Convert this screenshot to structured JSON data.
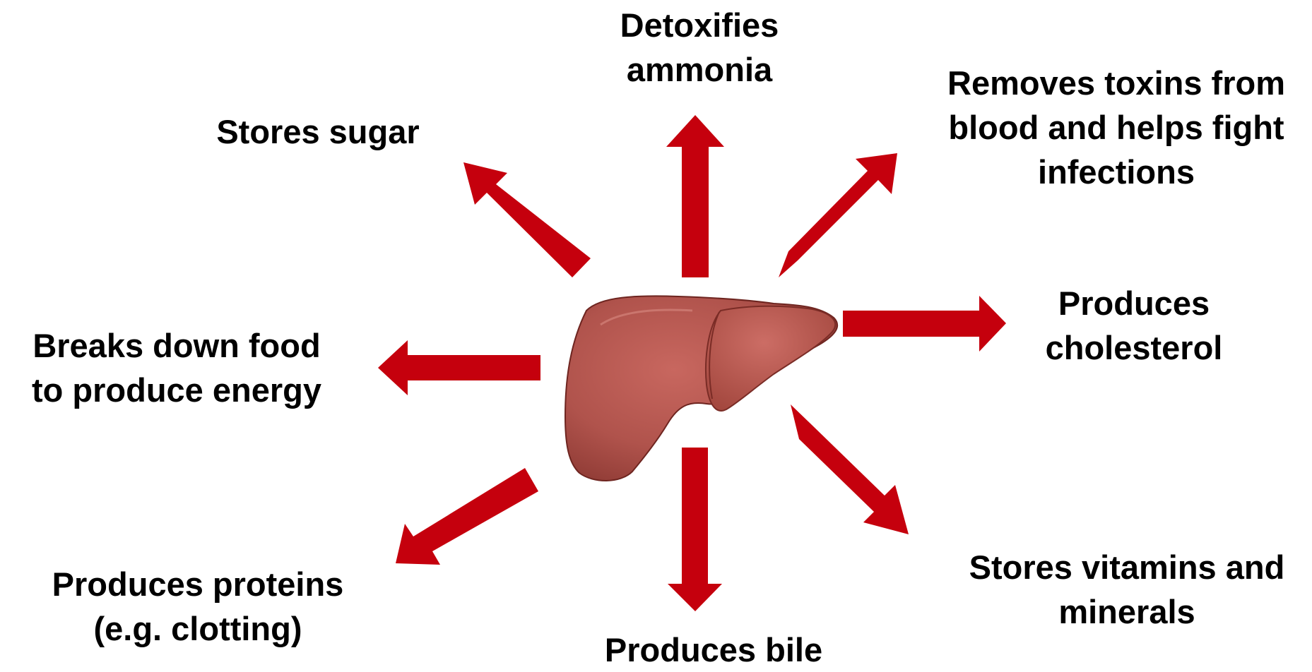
{
  "colors": {
    "arrow": "#c5000d",
    "liver_fill": "#b0534c",
    "liver_outline": "#6e2520",
    "text": "#000000"
  },
  "center_image": {
    "icon": "liver-icon"
  },
  "functions": {
    "detox": {
      "line1": "Detoxifies",
      "line2": "ammonia"
    },
    "toxins": {
      "line1": "Removes toxins from",
      "line2": "blood and helps fight",
      "line3": "infections"
    },
    "sugar": {
      "line1": "Stores sugar"
    },
    "cholesterol": {
      "line1": "Produces",
      "line2": "cholesterol"
    },
    "food": {
      "line1": "Breaks down food",
      "line2": "to produce energy"
    },
    "proteins": {
      "line1": "Produces proteins",
      "line2": "(e.g. clotting)"
    },
    "bile": {
      "line1": "Produces bile"
    },
    "vitamins": {
      "line1": "Stores vitamins and",
      "line2": "minerals"
    }
  }
}
